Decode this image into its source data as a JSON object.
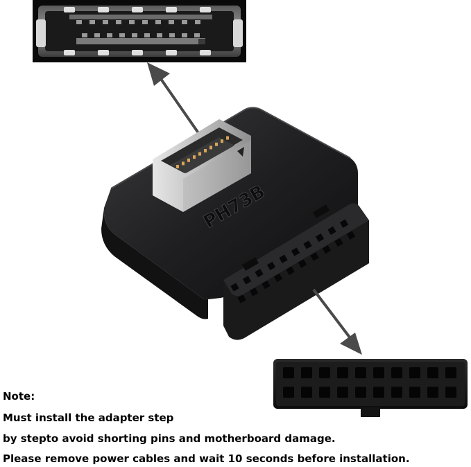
{
  "product": {
    "model_marking": "PH73B"
  },
  "note": {
    "heading": "Note:",
    "lines": [
      "Must install the adapter step",
      "by stepto avoid shorting pins and motherboard damage.",
      "Please remove power cables and wait 10 seconds before installation."
    ]
  },
  "colors": {
    "adapter_body": "#1c1c1e",
    "metal_port": "#c8c8c8",
    "arrow": "#4a4a4a",
    "socket_block": "#141414",
    "text": "#000000"
  }
}
